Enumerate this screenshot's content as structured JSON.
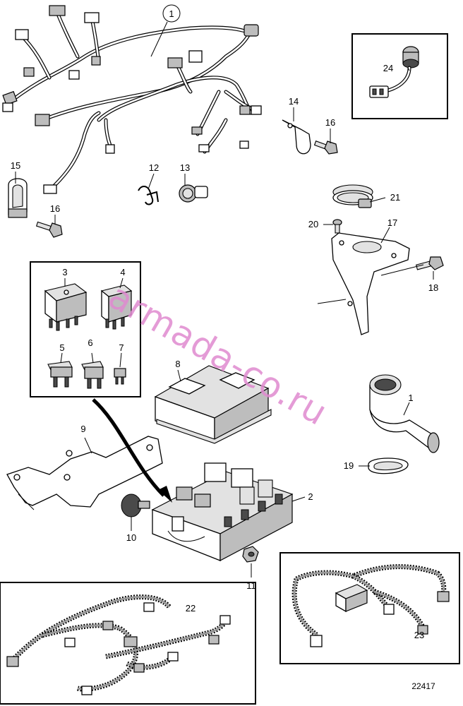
{
  "callouts": {
    "c1a": "1",
    "c1b": "1",
    "c2": "2",
    "c3": "3",
    "c4": "4",
    "c5": "5",
    "c6": "6",
    "c7": "7",
    "c8": "8",
    "c9": "9",
    "c10": "10",
    "c11": "11",
    "c12": "12",
    "c13": "13",
    "c14": "14",
    "c15": "15",
    "c16a": "16",
    "c16b": "16",
    "c17": "17",
    "c18": "18",
    "c19": "19",
    "c20": "20",
    "c21": "21",
    "c22": "22",
    "c23": "23",
    "c24": "24"
  },
  "watermark": "armada-co.ru",
  "figure_ref": "22417"
}
